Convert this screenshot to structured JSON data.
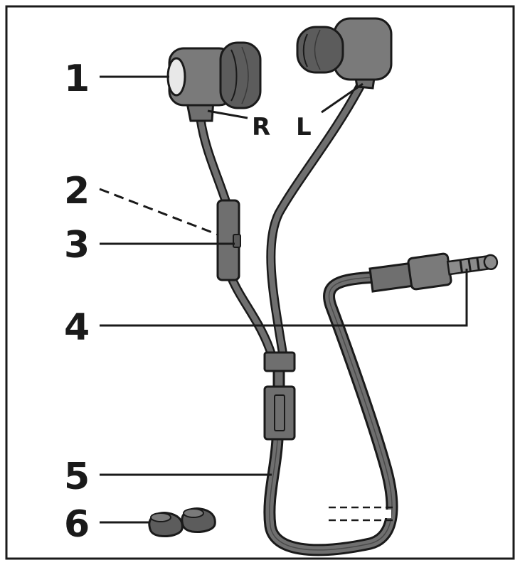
{
  "colors": {
    "background": "#ffffff",
    "frame": "#1a1a1a",
    "cable_fill": "#6f6f6f",
    "cable_outline": "#1a1a1a",
    "earbud_body": "#7a7a7a",
    "earbud_tip": "#5c5c5c",
    "jack_metal": "#8c8c8c",
    "highlight": "#e8e8e8"
  },
  "callouts": {
    "c1": "1",
    "c2": "2",
    "c3": "3",
    "c4": "4",
    "c5": "5",
    "c6": "6",
    "right": "R",
    "left": "L"
  }
}
